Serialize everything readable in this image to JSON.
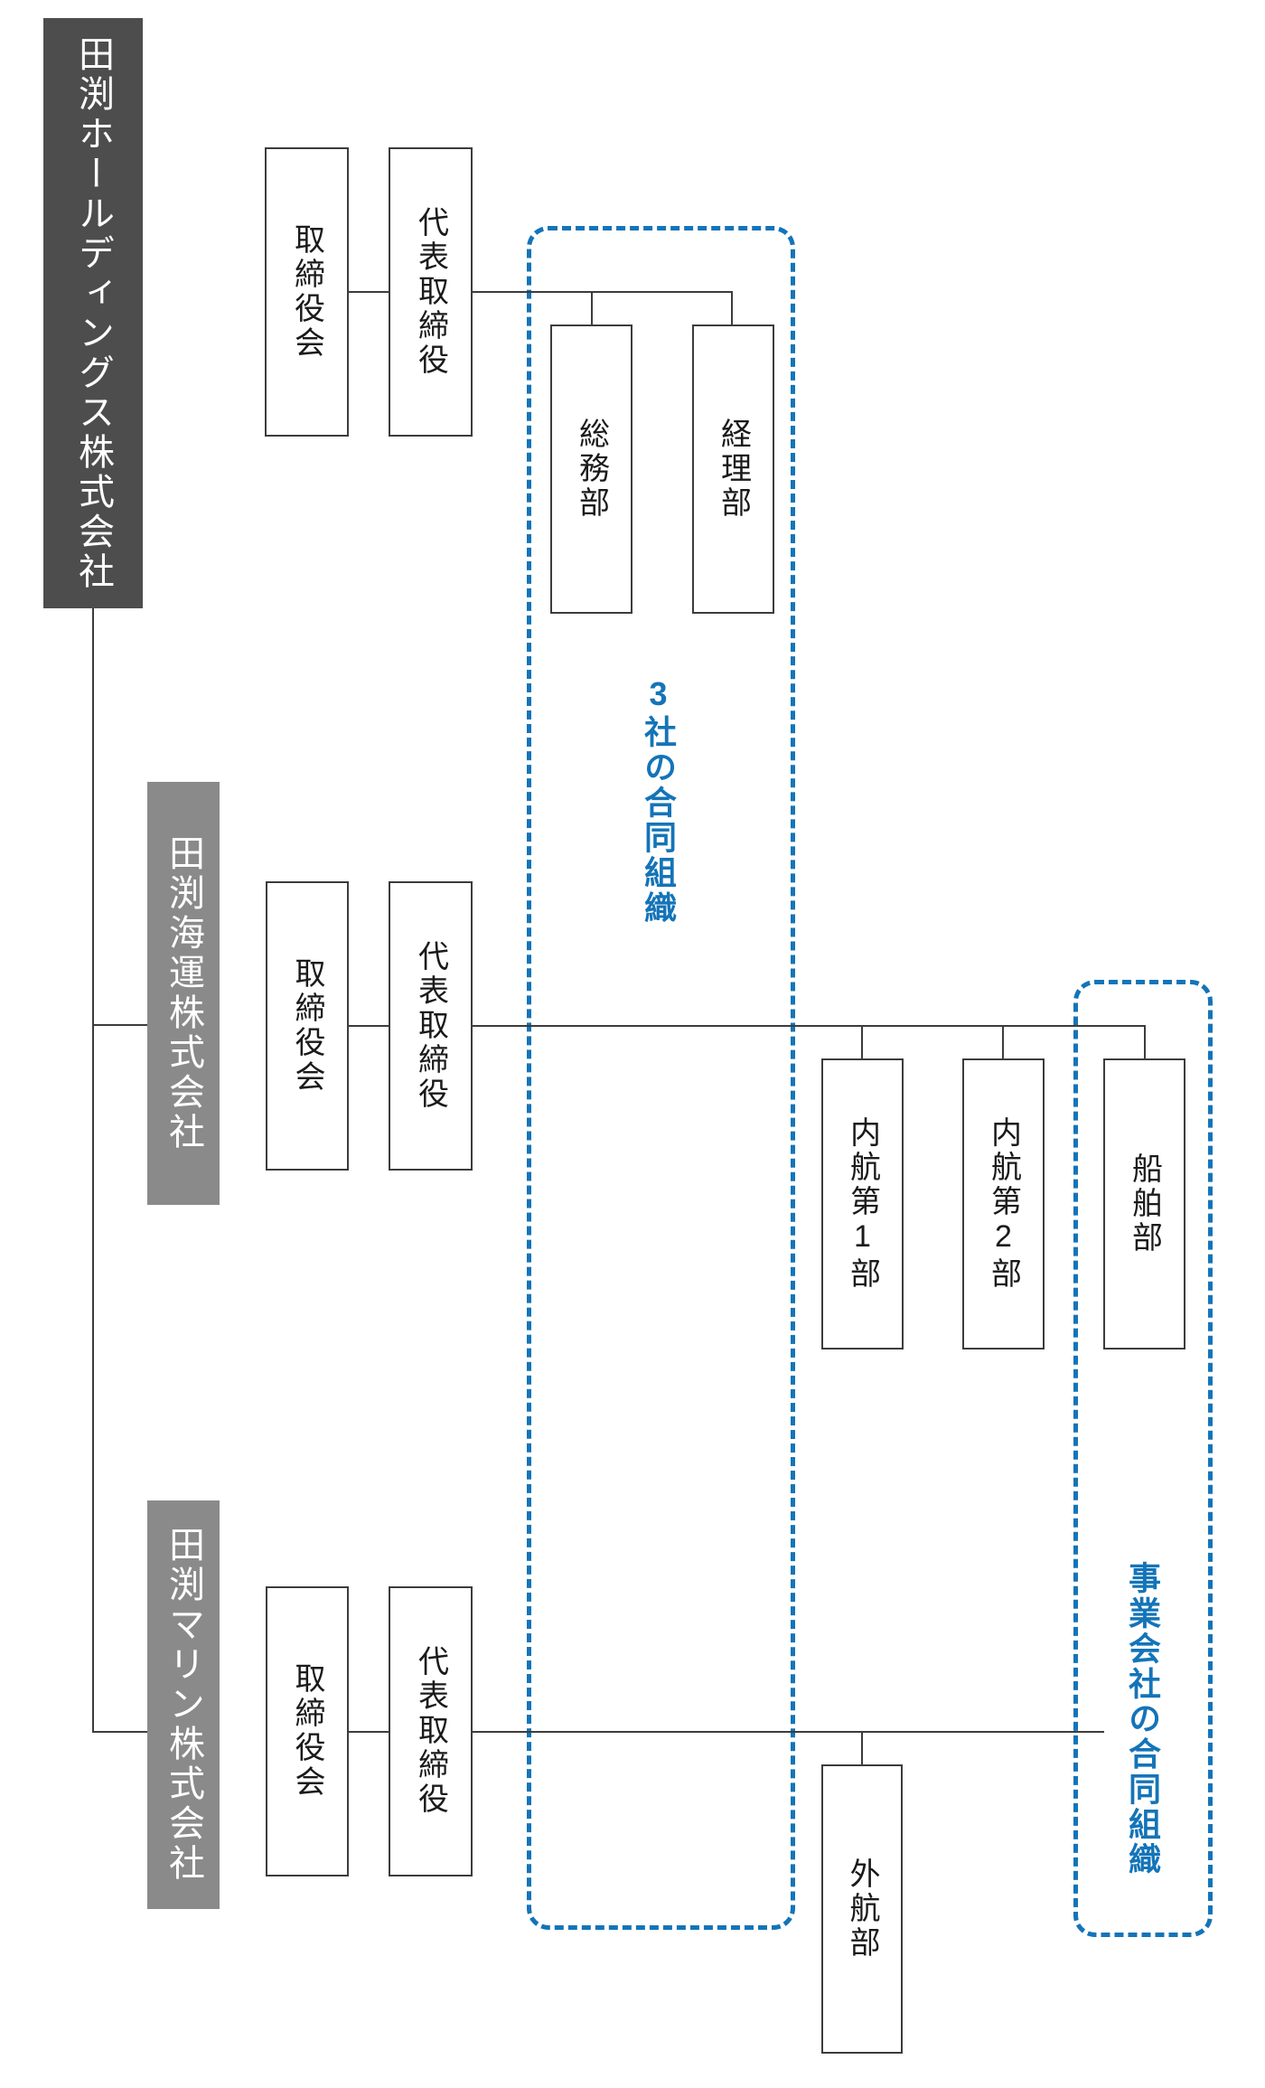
{
  "org": {
    "holdings": {
      "name": "田渕ホールディングス株式会社",
      "board": "取締役会",
      "ceo": "代表取締役",
      "departments": [
        "総務部",
        "経理部"
      ]
    },
    "kaiun": {
      "name": "田渕海運株式会社",
      "board": "取締役会",
      "ceo": "代表取締役",
      "departments": [
        "内航第1部",
        "内航第2部",
        "船舶部"
      ]
    },
    "marin": {
      "name": "田渕マリン株式会社",
      "board": "取締役会",
      "ceo": "代表取締役",
      "departments": [
        "外航部"
      ]
    },
    "groups": [
      {
        "label": "3社の合同組織"
      },
      {
        "label": "事業会社の合同組織"
      }
    ]
  },
  "colors": {
    "holding_company_fill": "#4d4d4d",
    "subsidiary_company_fill": "#8a8a8a",
    "group_outline_blue": "#1474b8",
    "connector_line": "#3c3c3c",
    "box_text": "#1a1a1a",
    "company_text": "#ffffff",
    "background": "#ffffff"
  }
}
